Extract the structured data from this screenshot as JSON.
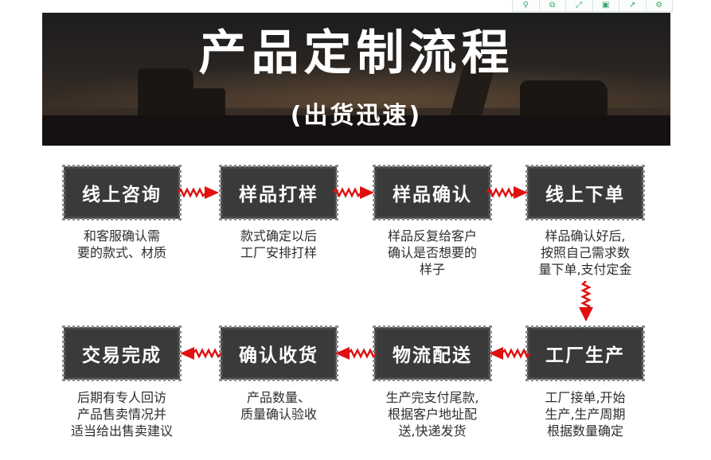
{
  "banner": {
    "title": "产品定制流程",
    "subtitle": "(出货迅速)"
  },
  "steps_row1": [
    {
      "label": "线上咨询",
      "desc": [
        "和客服确认需",
        "要的款式、材质"
      ]
    },
    {
      "label": "样品打样",
      "desc": [
        "款式确定以后",
        "工厂安排打样"
      ]
    },
    {
      "label": "样品确认",
      "desc": [
        "样品反复给客户",
        "确认是否想要的",
        "样子"
      ]
    },
    {
      "label": "线上下单",
      "desc": [
        "样品确认好后,",
        "按照自己需求数",
        "量下单,支付定金"
      ]
    }
  ],
  "steps_row2": [
    {
      "label": "交易完成",
      "desc": [
        "后期有专人回访",
        "产品售卖情况并",
        "适当给出售卖建议"
      ]
    },
    {
      "label": "确认收货",
      "desc": [
        "产品数量、",
        "质量确认验收"
      ]
    },
    {
      "label": "物流配送",
      "desc": [
        "生产完支付尾款,",
        "根据客户地址配",
        "送,快递发货"
      ]
    },
    {
      "label": "工厂生产",
      "desc": [
        "工厂接单,开始",
        "生产,生产周期",
        "根据数量确定"
      ]
    }
  ],
  "colors": {
    "arrow": "#e01010",
    "box": "#3a3a3a",
    "tool_icon": "#3aa56e"
  },
  "toolbar_icons": [
    "search-icon",
    "copy-icon",
    "expand-icon",
    "save-icon",
    "share-icon",
    "settings-icon"
  ]
}
